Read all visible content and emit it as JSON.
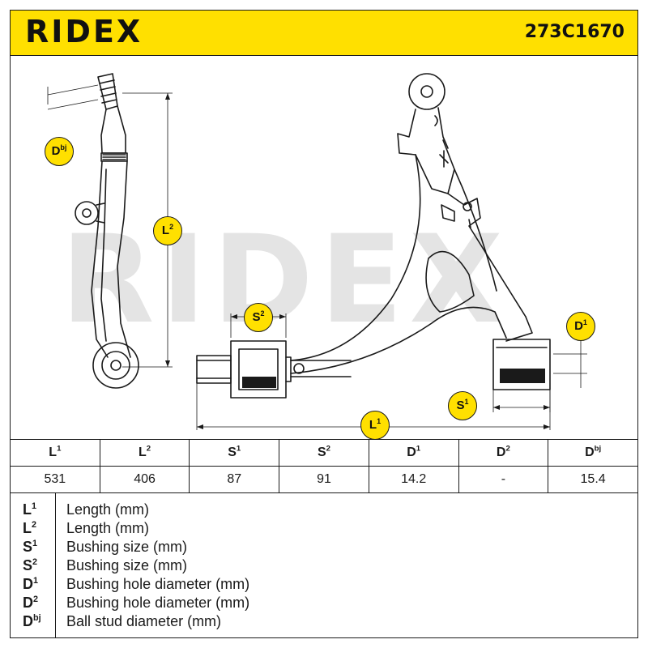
{
  "header": {
    "brand": "RIDEX",
    "part_number": "273C1670"
  },
  "watermark": "RIDEX",
  "dimension_labels": {
    "l1": {
      "base": "L",
      "sup": "1"
    },
    "l2": {
      "base": "L",
      "sup": "2"
    },
    "s1": {
      "base": "S",
      "sup": "1"
    },
    "s2": {
      "base": "S",
      "sup": "2"
    },
    "d1": {
      "base": "D",
      "sup": "1"
    },
    "dbj": {
      "base": "D",
      "sup": "bj"
    }
  },
  "specs": {
    "headers": [
      {
        "base": "L",
        "sup": "1"
      },
      {
        "base": "L",
        "sup": "2"
      },
      {
        "base": "S",
        "sup": "1"
      },
      {
        "base": "S",
        "sup": "2"
      },
      {
        "base": "D",
        "sup": "1"
      },
      {
        "base": "D",
        "sup": "2"
      },
      {
        "base": "D",
        "sup": "bj"
      }
    ],
    "values": [
      "531",
      "406",
      "87",
      "91",
      "14.2",
      "-",
      "15.4"
    ]
  },
  "legend": [
    {
      "base": "L",
      "sup": "1",
      "desc": "Length (mm)"
    },
    {
      "base": "L",
      "sup": "2",
      "desc": "Length (mm)"
    },
    {
      "base": "S",
      "sup": "1",
      "desc": "Bushing size (mm)"
    },
    {
      "base": "S",
      "sup": "2",
      "desc": "Bushing size (mm)"
    },
    {
      "base": "D",
      "sup": "1",
      "desc": "Bushing hole diameter (mm)"
    },
    {
      "base": "D",
      "sup": "2",
      "desc": "Bushing hole diameter (mm)"
    },
    {
      "base": "D",
      "sup": "bj",
      "desc": "Ball stud diameter (mm)"
    }
  ],
  "colors": {
    "accent": "#ffe000",
    "ink": "#1a1a1a",
    "watermark": "#e4e4e4"
  }
}
